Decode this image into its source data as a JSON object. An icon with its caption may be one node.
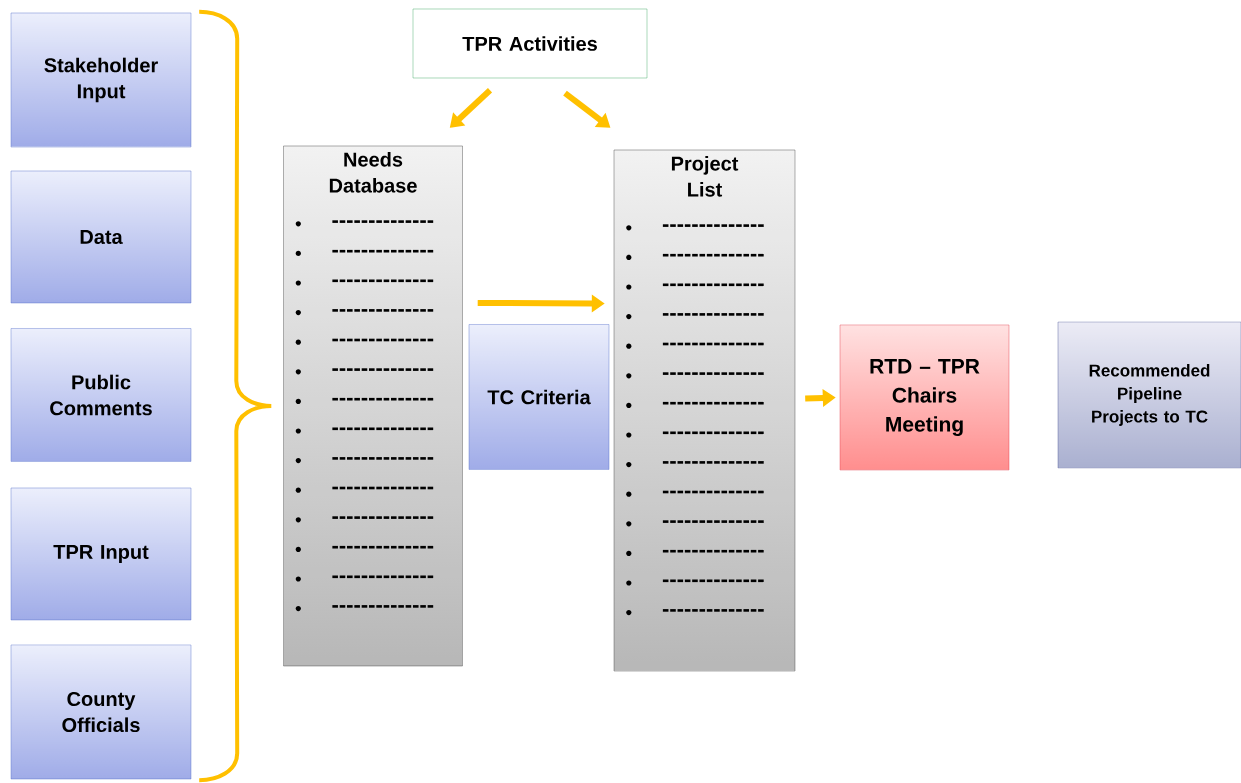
{
  "diagram": {
    "nodes": [
      {
        "text": [
          "Stakeholder Input"
        ]
      },
      {
        "text": [
          "Data"
        ]
      },
      {
        "text": [
          "Public Comments"
        ]
      },
      {
        "text": [
          "TPR Input"
        ]
      },
      {
        "text": [
          "County Officials"
        ]
      },
      {
        "text": [
          "TPR Activities"
        ]
      },
      {
        "text": [
          "Needs Database",
          "--------------",
          "--------------",
          "--------------",
          "--------------",
          "--------------",
          "--------------",
          "--------------",
          "--------------",
          "--------------",
          "--------------",
          "--------------",
          "--------------",
          "--------------",
          "--------------"
        ]
      },
      {
        "text": [
          "TC Criteria"
        ]
      },
      {
        "text": [
          "Project List",
          "--------------",
          "--------------",
          "--------------",
          "--------------",
          "--------------",
          "--------------",
          "--------------",
          "--------------",
          "--------------",
          "--------------",
          "--------------",
          "--------------",
          "--------------",
          "--------------"
        ]
      },
      {
        "text": [
          "RTD – TPR Chairs Meeting"
        ]
      },
      {
        "text": [
          "Recommended Pipeline Projects to TC"
        ]
      }
    ],
    "edges": [
      {
        "from": 5,
        "to": 6,
        "arrow": "to"
      },
      {
        "from": 5,
        "to": 8,
        "arrow": "to"
      },
      {
        "from": 6,
        "to": 8,
        "arrow": "to"
      },
      {
        "from": 8,
        "to": 9,
        "arrow": "to"
      }
    ]
  }
}
